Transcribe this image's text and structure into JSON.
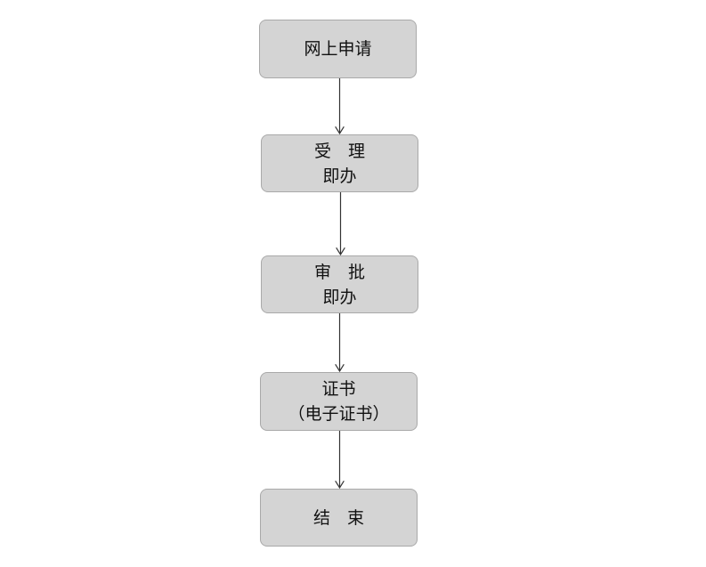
{
  "diagram": {
    "nodes": [
      {
        "id": "apply-online",
        "lines": [
          "网上申请"
        ]
      },
      {
        "id": "accept",
        "lines": [
          "受　理",
          "即办"
        ]
      },
      {
        "id": "approve",
        "lines": [
          "审　批",
          "即办"
        ]
      },
      {
        "id": "certificate",
        "lines": [
          "证书",
          "（电子证书）"
        ]
      },
      {
        "id": "end",
        "lines": [
          "结　束"
        ]
      }
    ],
    "edges": [
      {
        "from": "apply-online",
        "to": "accept"
      },
      {
        "from": "accept",
        "to": "approve"
      },
      {
        "from": "approve",
        "to": "certificate"
      },
      {
        "from": "certificate",
        "to": "end"
      }
    ],
    "colors": {
      "box_fill": "#d4d4d4",
      "box_border": "#a9a9a9",
      "arrow": "#333333",
      "text": "#111111"
    }
  }
}
